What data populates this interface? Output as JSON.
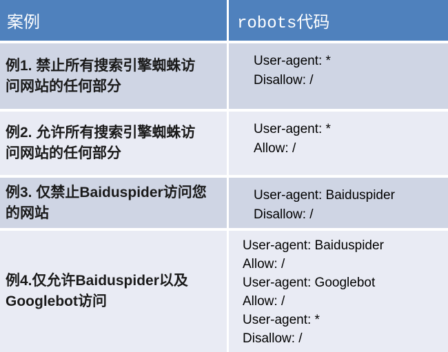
{
  "table": {
    "header": {
      "case_label": "案例",
      "code_label": "robots代码"
    },
    "rows": [
      {
        "case_lines": [
          "例1. 禁止所有搜索引擎蜘蛛访",
          "问网站的任何部分"
        ],
        "code_lines": [
          "User-agent: *",
          "Disallow: /"
        ]
      },
      {
        "case_lines": [
          "例2. 允许所有搜索引擎蜘蛛访",
          "问网站的任何部分"
        ],
        "code_lines": [
          "User-agent: *",
          "Allow: /"
        ]
      },
      {
        "case_lines": [
          "例3. 仅禁止Baiduspider访问您",
          "的网站"
        ],
        "code_lines": [
          "User-agent: Baiduspider",
          "Disallow: /"
        ]
      },
      {
        "case_lines": [
          "例4.仅允许Baiduspider以及",
          "Googlebot访问"
        ],
        "code_lines": [
          "User-agent: Baiduspider",
          "Allow: /",
          "User-agent: Googlebot",
          "Allow: /",
          "User-agent: *",
          "Disallow: /"
        ]
      }
    ],
    "colors": {
      "header_bg": "#4f81bd",
      "header_text": "#ffffff",
      "band_dark": "#cfd5e4",
      "band_light": "#e9ebf4",
      "body_text": "#1a1a1a",
      "grid_line": "#ffffff"
    }
  }
}
